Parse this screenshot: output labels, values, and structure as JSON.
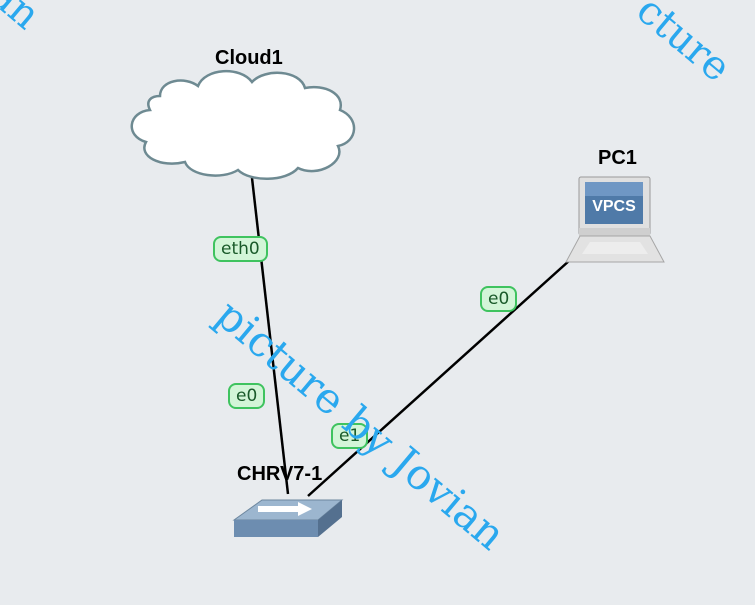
{
  "nodes": {
    "cloud": {
      "label": "Cloud1"
    },
    "pc": {
      "label": "PC1",
      "screen_text": "VPCS"
    },
    "router": {
      "label": "CHRV7-1"
    }
  },
  "ports": {
    "cloud_eth0": "eth0",
    "router_e0": "e0",
    "router_e1": "e1",
    "pc_e0": "e0"
  },
  "watermark": {
    "main": "picture by Jovian",
    "top_left": "an",
    "top_right": "cture"
  },
  "colors": {
    "canvas_bg": "#e8ebee",
    "link": "#000000",
    "port_border": "#3fc35f",
    "port_fill": "#d3f5d8",
    "watermark": "#2aa8ee"
  }
}
